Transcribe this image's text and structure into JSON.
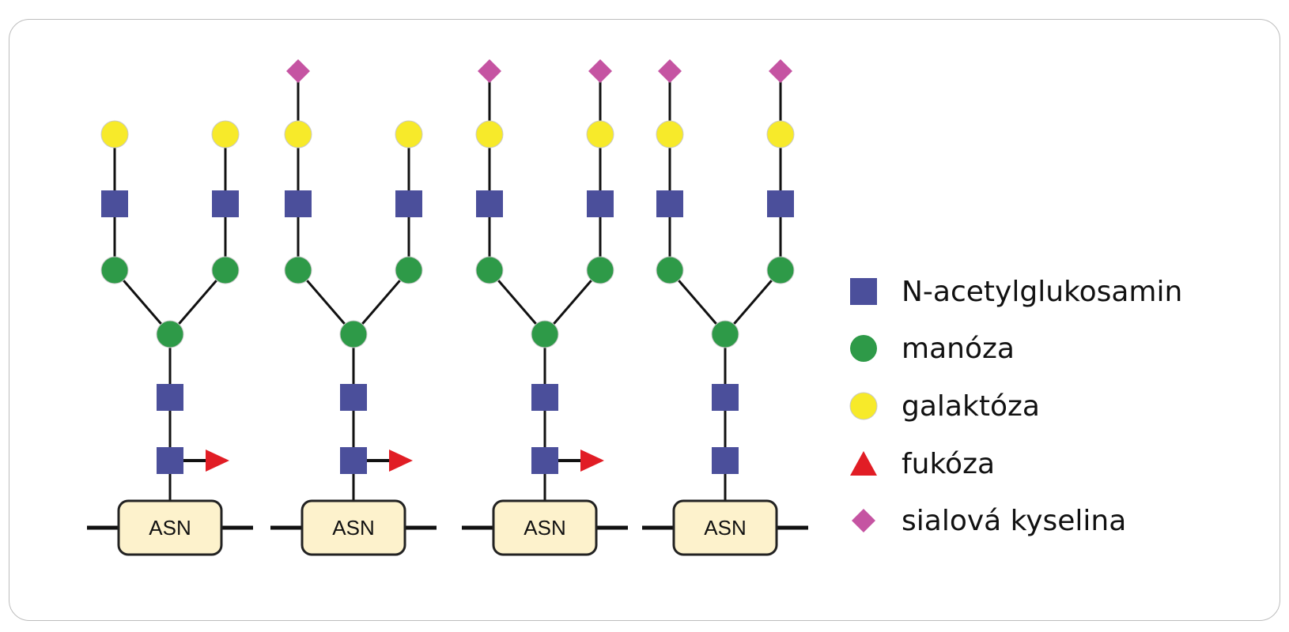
{
  "colors": {
    "n_acetylglucosamine": "#4b4f9b",
    "mannose": "#2e9a48",
    "galactose": "#f7ea2a",
    "fucose": "#e11d25",
    "sialic_acid": "#c554a2",
    "asn_fill": "#fdf2cc"
  },
  "structures": [
    {
      "asn_label": "ASN",
      "core_fucose": true,
      "left_sialic": false,
      "right_sialic": false
    },
    {
      "asn_label": "ASN",
      "core_fucose": true,
      "left_sialic": true,
      "right_sialic": false
    },
    {
      "asn_label": "ASN",
      "core_fucose": true,
      "left_sialic": true,
      "right_sialic": true
    },
    {
      "asn_label": "ASN",
      "core_fucose": false,
      "left_sialic": true,
      "right_sialic": true
    }
  ],
  "legend": [
    {
      "shape": "square",
      "icon": "n-acetylglucosamine-square-icon",
      "label": "N-acetylglukosamin"
    },
    {
      "shape": "circle-green",
      "icon": "mannose-circle-icon",
      "label": "manóza"
    },
    {
      "shape": "circle-yellow",
      "icon": "galactose-circle-icon",
      "label": "galaktóza"
    },
    {
      "shape": "triangle",
      "icon": "fucose-triangle-icon",
      "label": "fukóza"
    },
    {
      "shape": "diamond",
      "icon": "sialic-acid-diamond-icon",
      "label": "sialová kyselina"
    }
  ]
}
